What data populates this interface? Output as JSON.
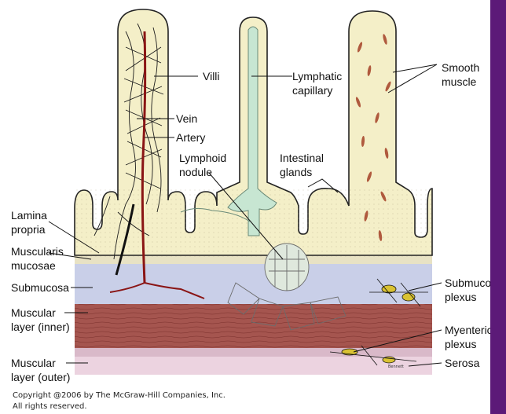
{
  "labels": {
    "villi": "Villi",
    "lymphatic": "Lymphatic",
    "capillary": "capillary",
    "smooth": "Smooth",
    "muscle": "muscle",
    "vein": "Vein",
    "artery": "Artery",
    "lymphoid": "Lymphoid",
    "nodule": "nodule",
    "intestinal": "Intestinal",
    "glands": "glands",
    "lamina": "Lamina",
    "propria": "propria",
    "muscularis": "Muscularis",
    "mucosae": "mucosae",
    "submucosa": "Submucosa",
    "muscular_inner_1": "Muscular",
    "muscular_inner_2": "layer (inner)",
    "muscular_outer_1": "Muscular",
    "muscular_outer_2": "layer (outer)",
    "submucosal_1": "Submucosal",
    "submucosal_2": "plexus",
    "myenteric_1": "Myenteric",
    "myenteric_2": "plexus",
    "serosa": "Serosa"
  },
  "copyright": {
    "line1": "Copyright @2006 by The McGraw-Hill Companies, Inc.",
    "line2": "All rights reserved."
  },
  "colors": {
    "lamina": "#f4efc8",
    "submucosa": "#c9cfe8",
    "muscle": "#a5554f",
    "serosa": "#ecd3e0",
    "artery": "#8a1515",
    "lymph": "#c7e6d2",
    "side_band": "#5c1a78"
  }
}
